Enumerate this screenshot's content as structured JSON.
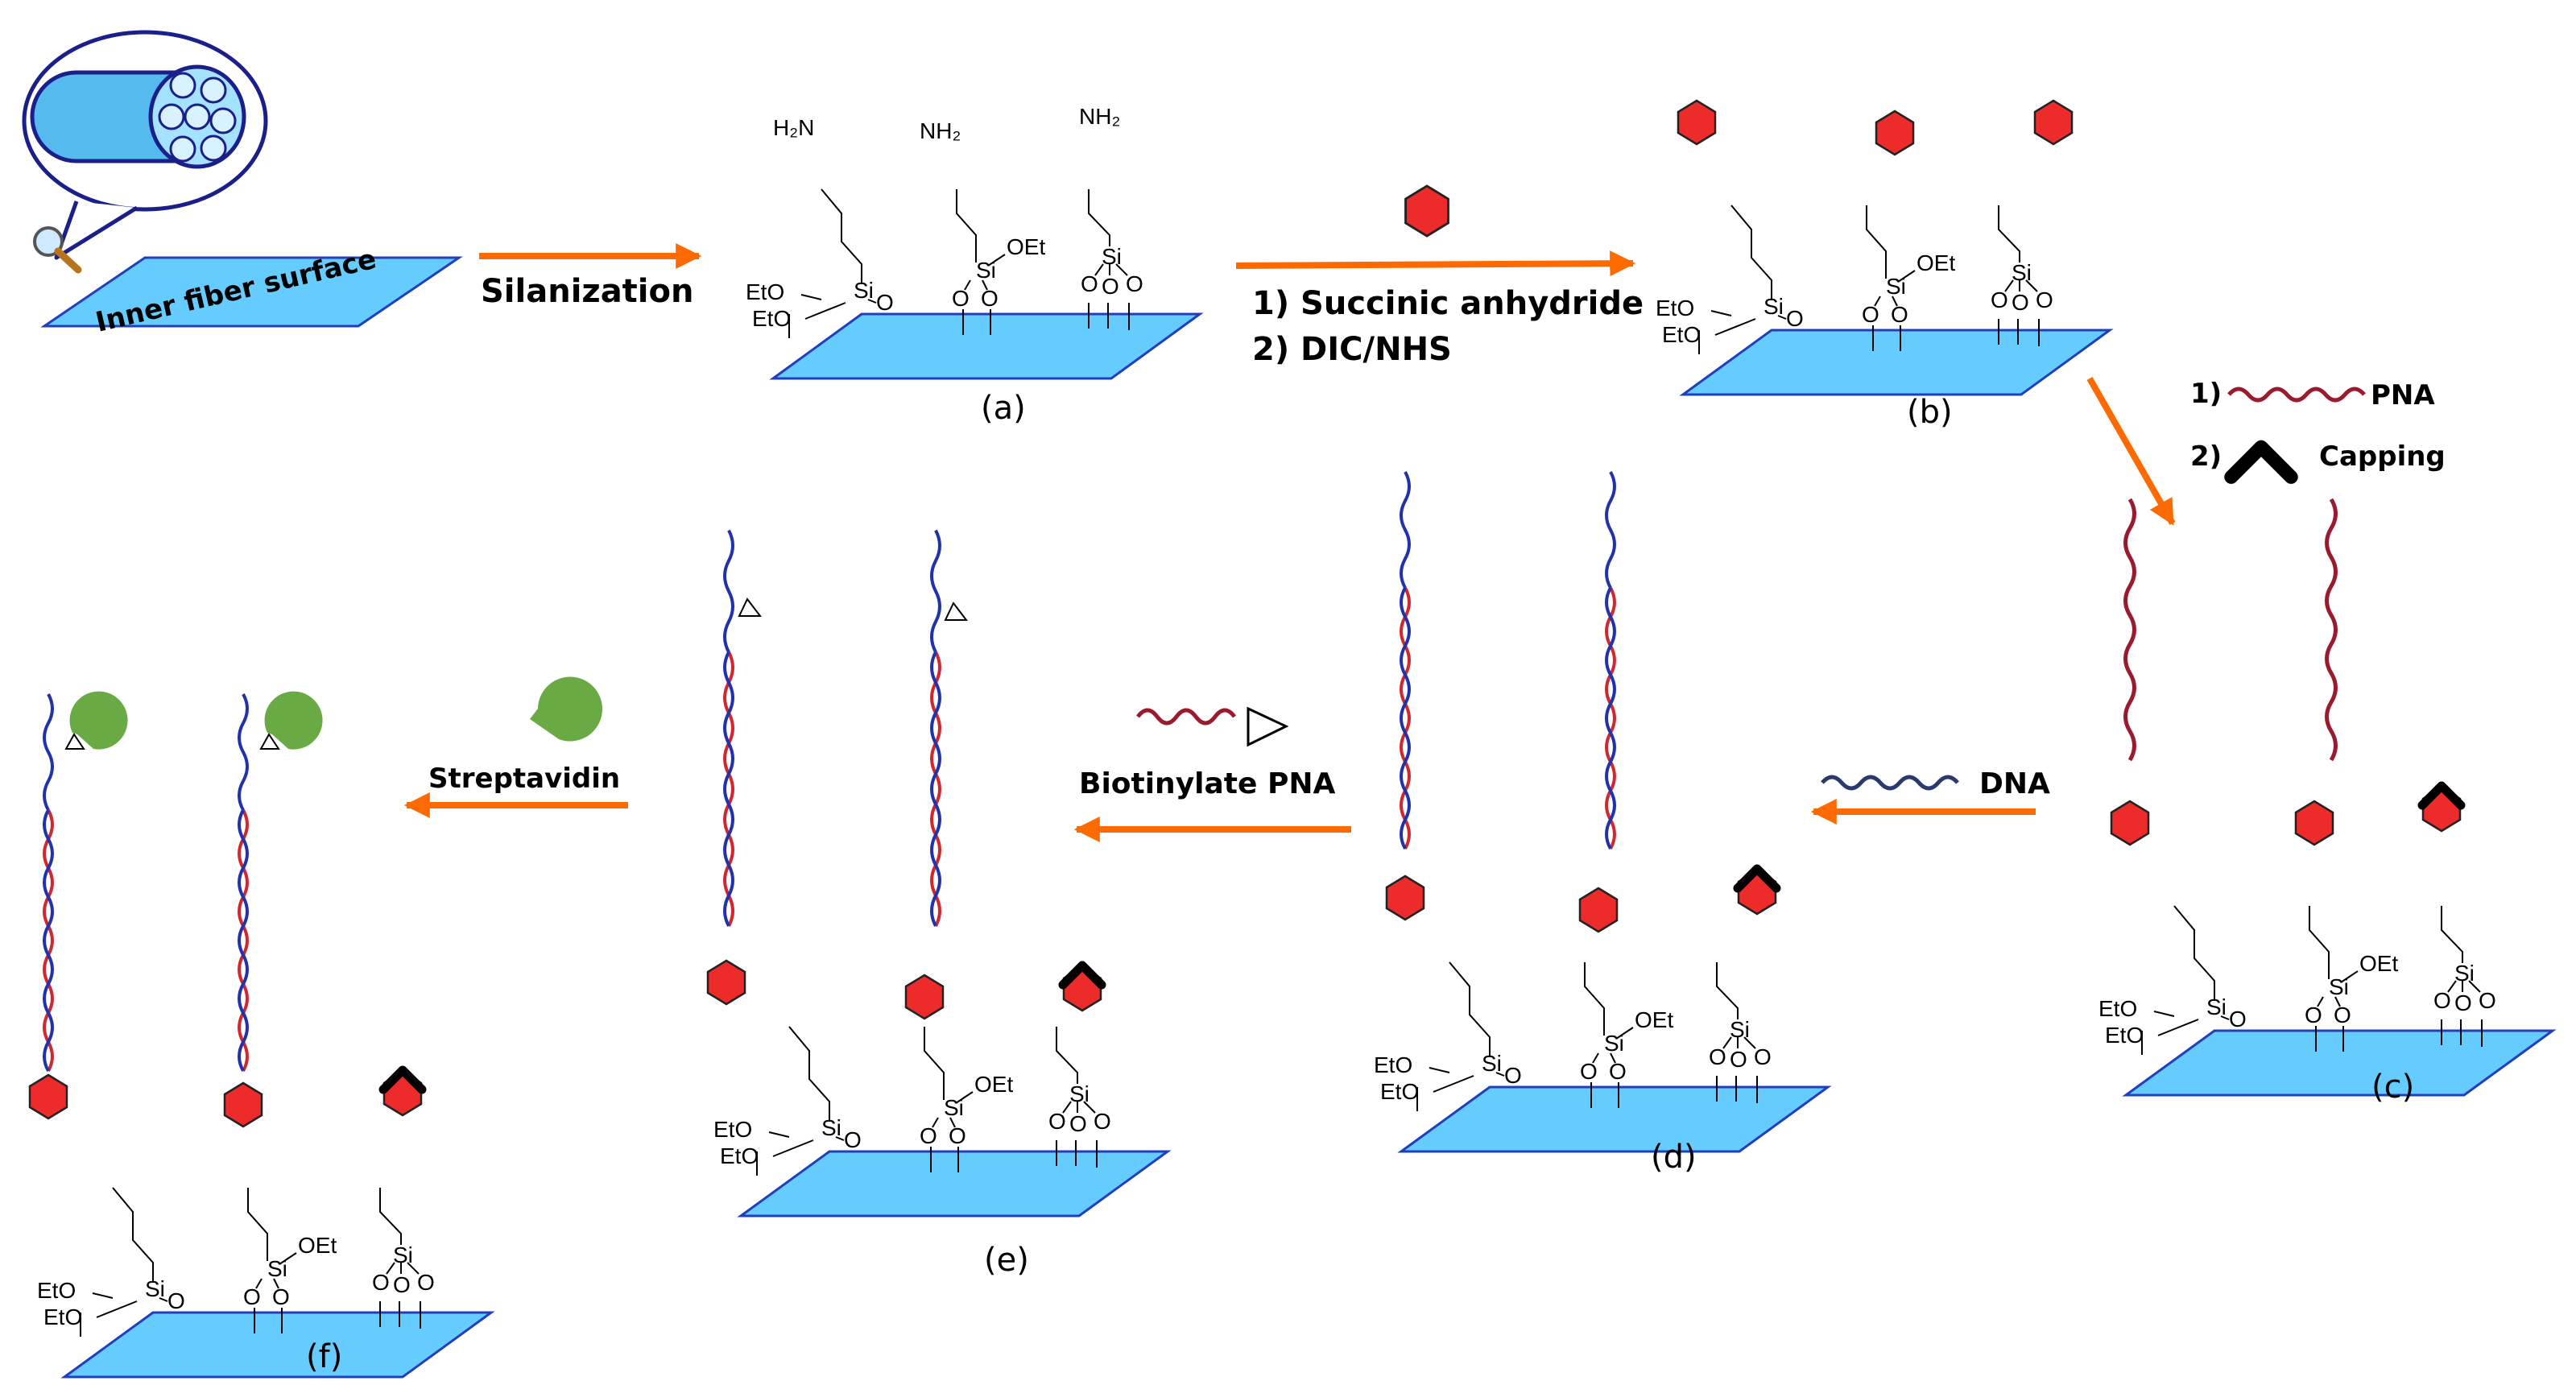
{
  "symbols": {
    "amine": "H₂N",
    "amine_alt": "NH₂",
    "silicon": "Si",
    "ethoxy": "OEt",
    "ethoxy_left": "EtO",
    "oxygen": "O"
  },
  "fiber": {
    "label": "Inner fiber surface"
  },
  "steps": {
    "silanization": "Silanization",
    "activation_1": "1) Succinic anhydride",
    "activation_2": "2) DIC/NHS",
    "pna_number": "1)",
    "pna_label": "PNA",
    "capping_number": "2)",
    "capping_label": "Capping",
    "dna": "DNA",
    "biotinylate": "Biotinylate PNA",
    "streptavidin": "Streptavidin"
  },
  "panels": {
    "a": "(a)",
    "b": "(b)",
    "c": "(c)",
    "d": "(d)",
    "e": "(e)",
    "f": "(f)"
  },
  "colors": {
    "surface_fill": "#66ccff",
    "surface_edge": "#1f3fbf",
    "arrow": "#ff6a00",
    "hexagon": "#ee2b2b",
    "pna_strand": "#9a1b2e",
    "dna_strand": "#1f2f9a",
    "dna_probe": "#2a3a6a",
    "streptavidin": "#6aaa45",
    "capping": "#000000"
  }
}
